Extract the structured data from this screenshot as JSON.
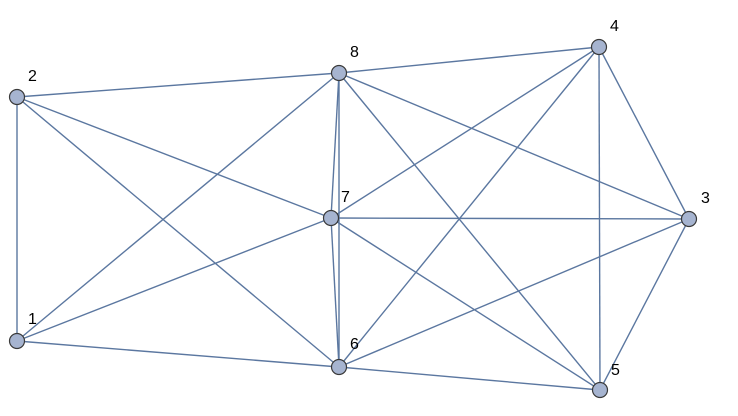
{
  "graph": {
    "edge_color": "#5b77a0",
    "node_fill": "#a6b4d0",
    "node_stroke": "#3a3a3a",
    "nodes": [
      {
        "id": "1",
        "label": "1"
      },
      {
        "id": "2",
        "label": "2"
      },
      {
        "id": "3",
        "label": "3"
      },
      {
        "id": "4",
        "label": "4"
      },
      {
        "id": "5",
        "label": "5"
      },
      {
        "id": "6",
        "label": "6"
      },
      {
        "id": "7",
        "label": "7"
      },
      {
        "id": "8",
        "label": "8"
      }
    ],
    "edges": [
      [
        "1",
        "2"
      ],
      [
        "1",
        "6"
      ],
      [
        "1",
        "7"
      ],
      [
        "1",
        "8"
      ],
      [
        "2",
        "8"
      ],
      [
        "2",
        "7"
      ],
      [
        "2",
        "6"
      ],
      [
        "8",
        "4"
      ],
      [
        "8",
        "7"
      ],
      [
        "8",
        "6"
      ],
      [
        "8",
        "3"
      ],
      [
        "8",
        "5"
      ],
      [
        "4",
        "3"
      ],
      [
        "4",
        "5"
      ],
      [
        "4",
        "7"
      ],
      [
        "4",
        "6"
      ],
      [
        "7",
        "3"
      ],
      [
        "7",
        "6"
      ],
      [
        "7",
        "5"
      ],
      [
        "6",
        "3"
      ],
      [
        "6",
        "5"
      ],
      [
        "3",
        "5"
      ]
    ]
  }
}
